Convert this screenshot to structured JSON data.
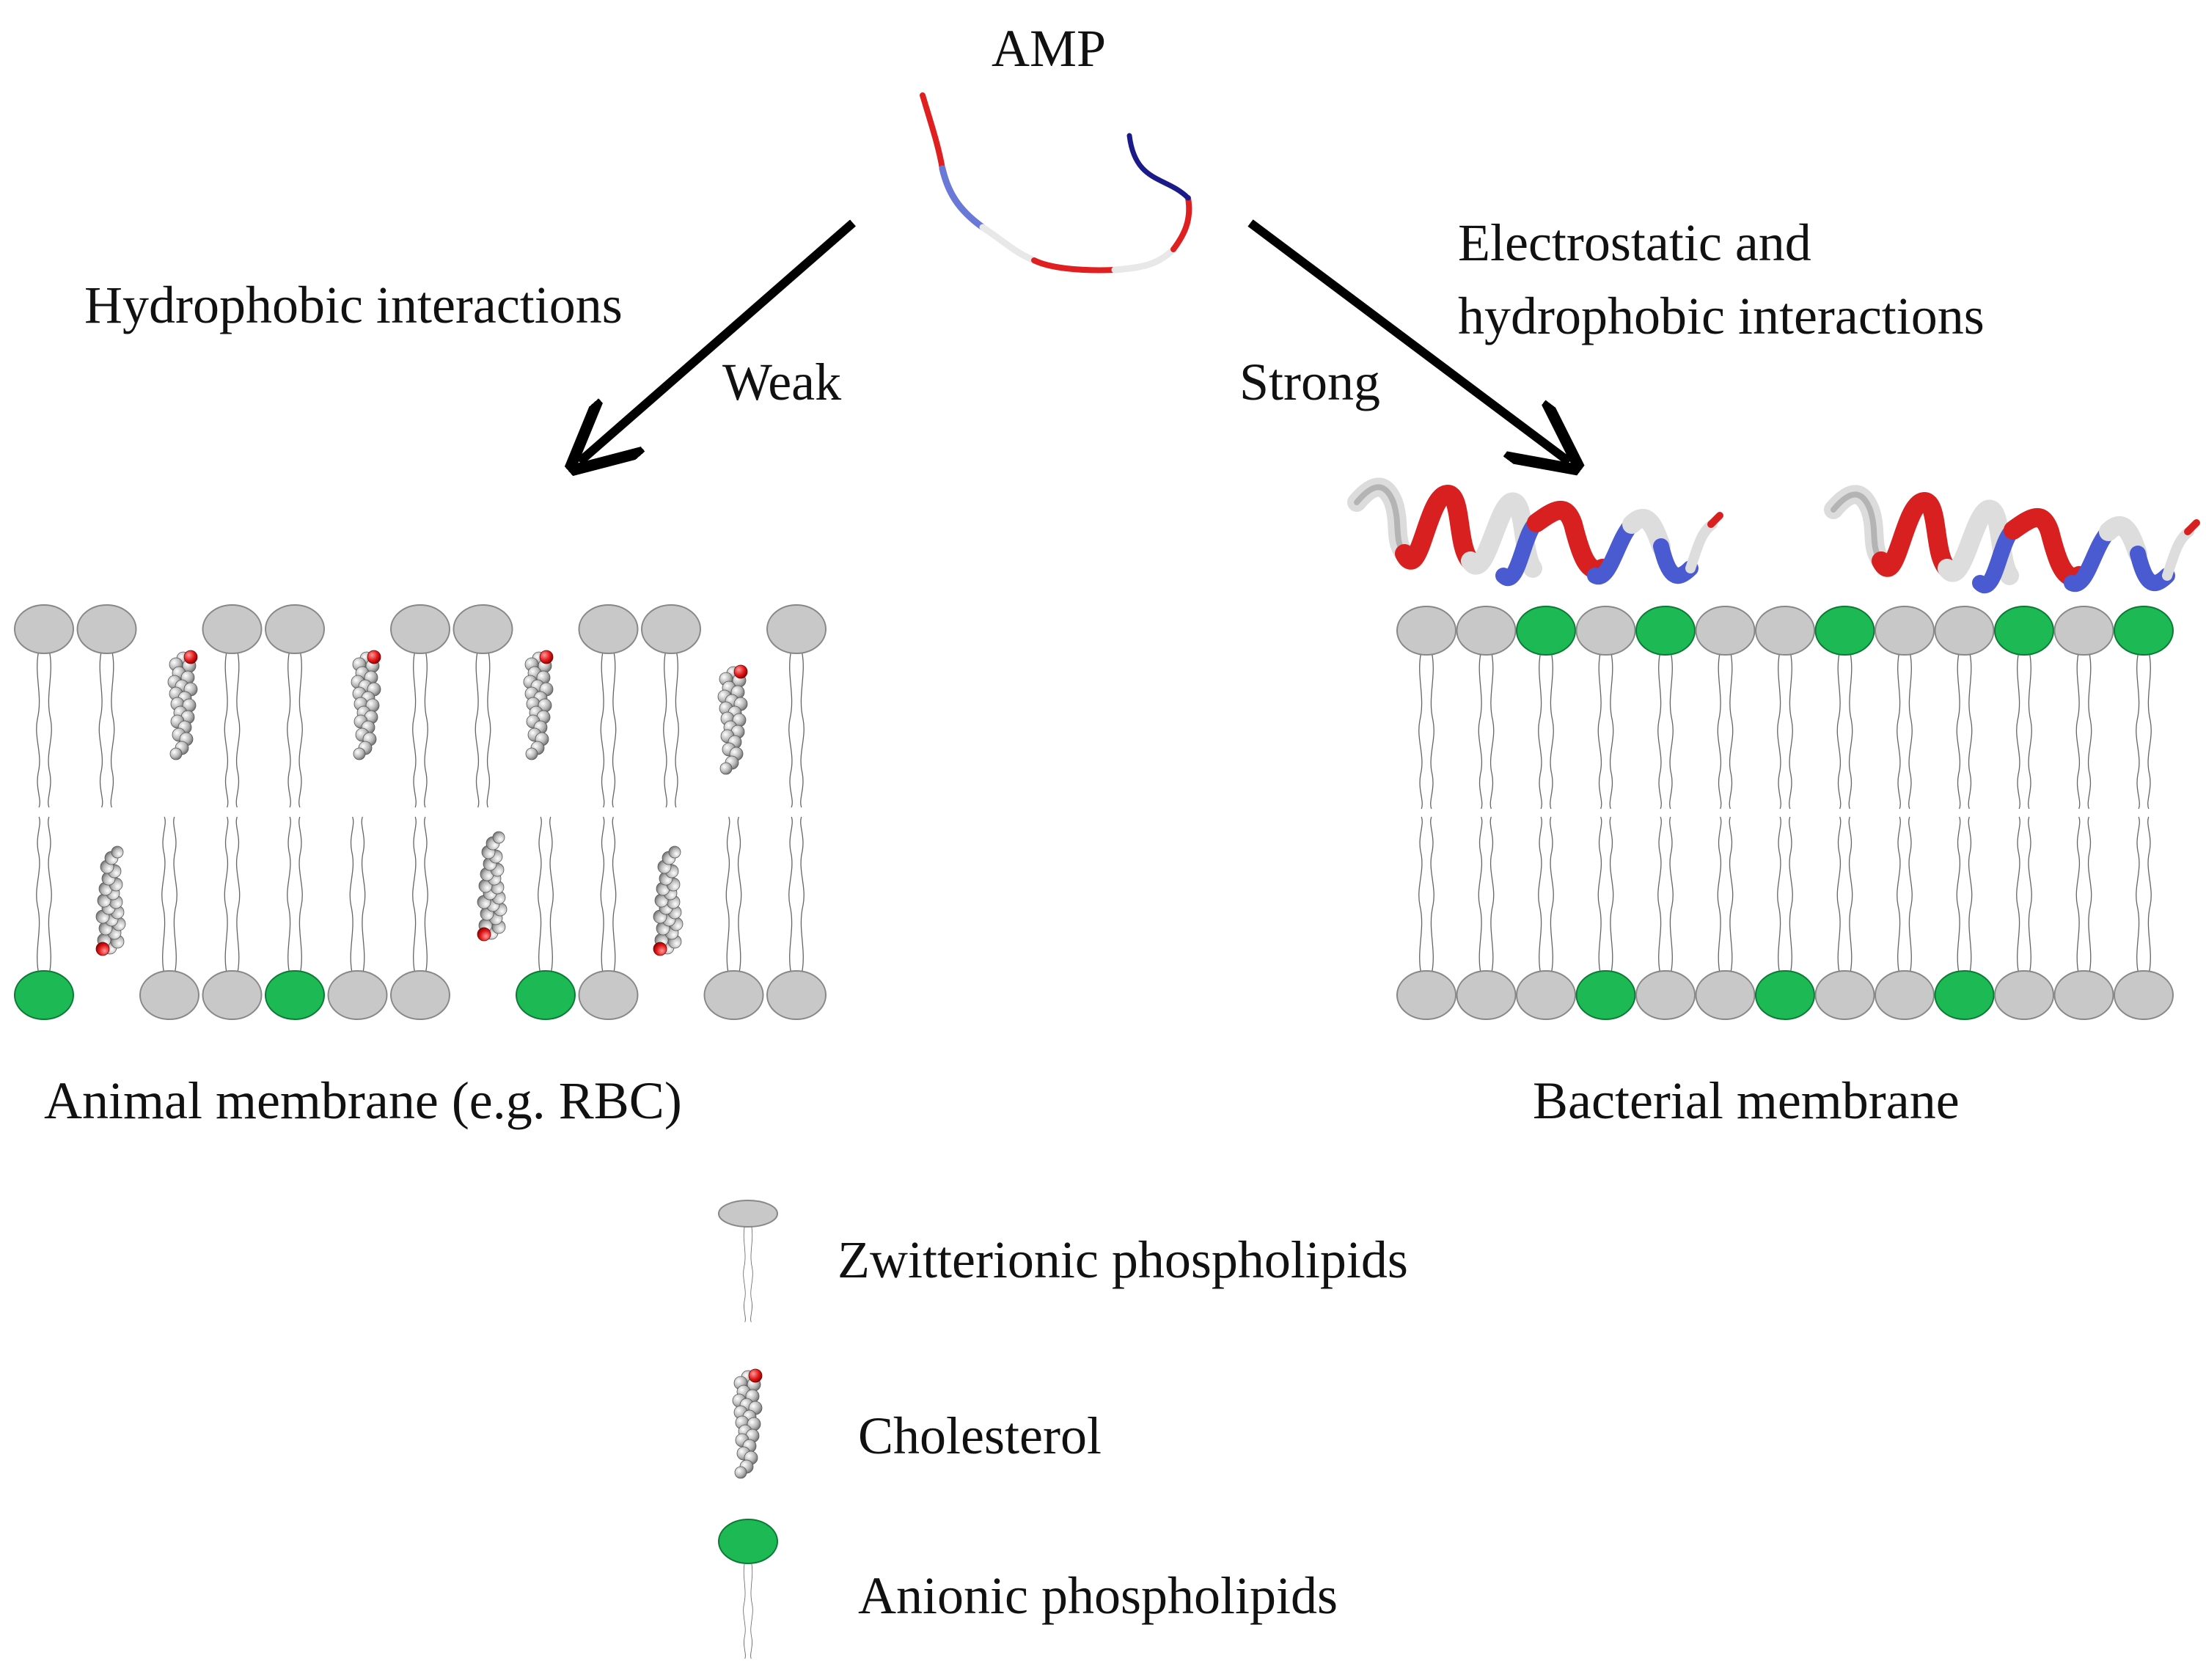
{
  "labels": {
    "amp": "AMP",
    "left_path": "Hydrophobic interactions",
    "left_strength": "Weak",
    "right_path_line1": "Electrostatic and",
    "right_path_line2": "hydrophobic interactions",
    "right_strength": "Strong",
    "animal_membrane": "Animal membrane (e.g. RBC)",
    "bacterial_membrane": "Bacterial membrane"
  },
  "legend": [
    {
      "key": "zwitterionic",
      "label": "Zwitterionic phospholipids"
    },
    {
      "key": "cholesterol",
      "label": "Cholesterol"
    },
    {
      "key": "anionic",
      "label": "Anionic  phospholipids"
    }
  ],
  "colors": {
    "zwitterionic_head": "#c8c8c8",
    "anionic_head": "#1db954",
    "peptide_cationic": "#e02020",
    "peptide_hydrophobic": "#4a5ad0",
    "peptide_neutral": "#eeeeee",
    "arrow": "#000000"
  },
  "animal_membrane": {
    "top_leaflet": [
      "z",
      "z",
      "gap",
      "z",
      "z",
      "gap",
      "z",
      "z",
      "gap",
      "z",
      "z",
      "gap",
      "z"
    ],
    "bottom_leaflet": [
      "a",
      "gap",
      "z",
      "z",
      "a",
      "z",
      "z",
      "gap",
      "a",
      "z",
      "gap",
      "z",
      "z"
    ]
  },
  "bacterial_membrane": {
    "top_leaflet": [
      "z",
      "z",
      "a",
      "z",
      "a",
      "z",
      "z",
      "a",
      "z",
      "z",
      "a",
      "z",
      "a"
    ],
    "bottom_leaflet": [
      "z",
      "z",
      "z",
      "a",
      "z",
      "z",
      "a",
      "z",
      "z",
      "a",
      "z",
      "z",
      "z"
    ]
  }
}
